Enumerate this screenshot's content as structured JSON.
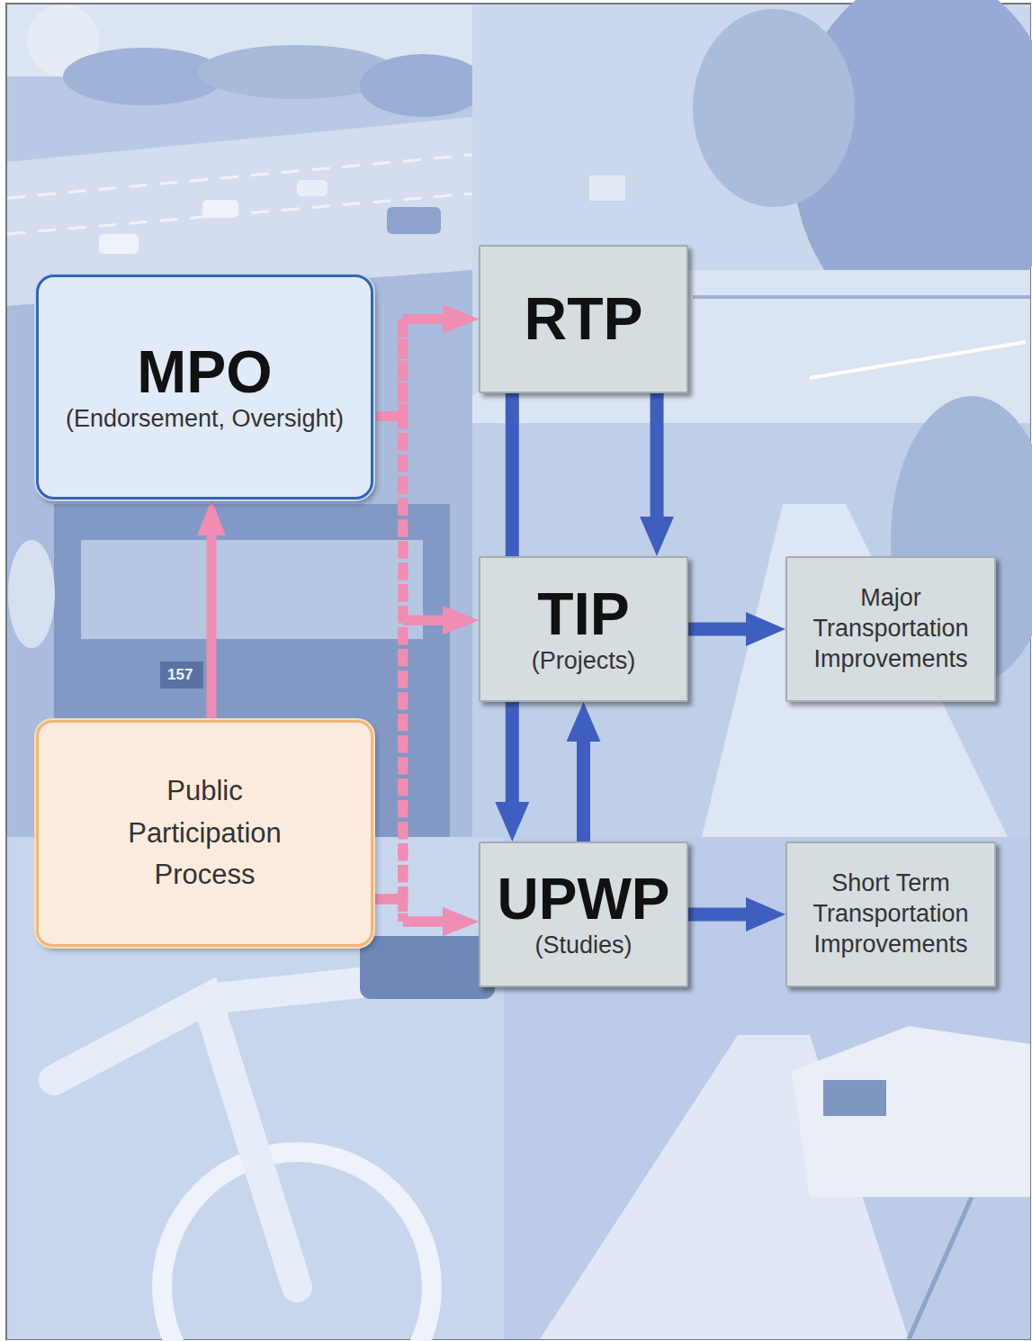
{
  "diagram": {
    "nodes": [
      {
        "text": [
          "MPO",
          "(Endorsement, Oversight)"
        ]
      },
      {
        "text": [
          "RTP"
        ]
      },
      {
        "text": [
          "TIP",
          "(Projects)"
        ]
      },
      {
        "text": [
          "Major Transportation Improvements"
        ]
      },
      {
        "text": [
          "Public Participation Process"
        ]
      },
      {
        "text": [
          "UPWP",
          "(Studies)"
        ]
      },
      {
        "text": [
          "Short Term Transportation Improvements"
        ]
      }
    ],
    "edges": [
      {
        "from": 4,
        "to": 0,
        "arrow": "to"
      },
      {
        "from": 0,
        "to": 1,
        "arrow": "to"
      },
      {
        "from": 0,
        "to": 2,
        "arrow": "to"
      },
      {
        "from": 0,
        "to": 5,
        "arrow": "to"
      },
      {
        "from": 4,
        "to": 1,
        "arrow": "to"
      },
      {
        "from": 4,
        "to": 2,
        "arrow": "to"
      },
      {
        "from": 4,
        "to": 5,
        "arrow": "to"
      },
      {
        "from": 1,
        "to": 2,
        "arrow": "none"
      },
      {
        "from": 1,
        "to": 2,
        "arrow": "to"
      },
      {
        "from": 2,
        "to": 5,
        "arrow": "to"
      },
      {
        "from": 5,
        "to": 2,
        "arrow": "to"
      },
      {
        "from": 2,
        "to": 3,
        "arrow": "to"
      },
      {
        "from": 5,
        "to": 6,
        "arrow": "to"
      }
    ],
    "labels": [
      "157"
    ]
  }
}
